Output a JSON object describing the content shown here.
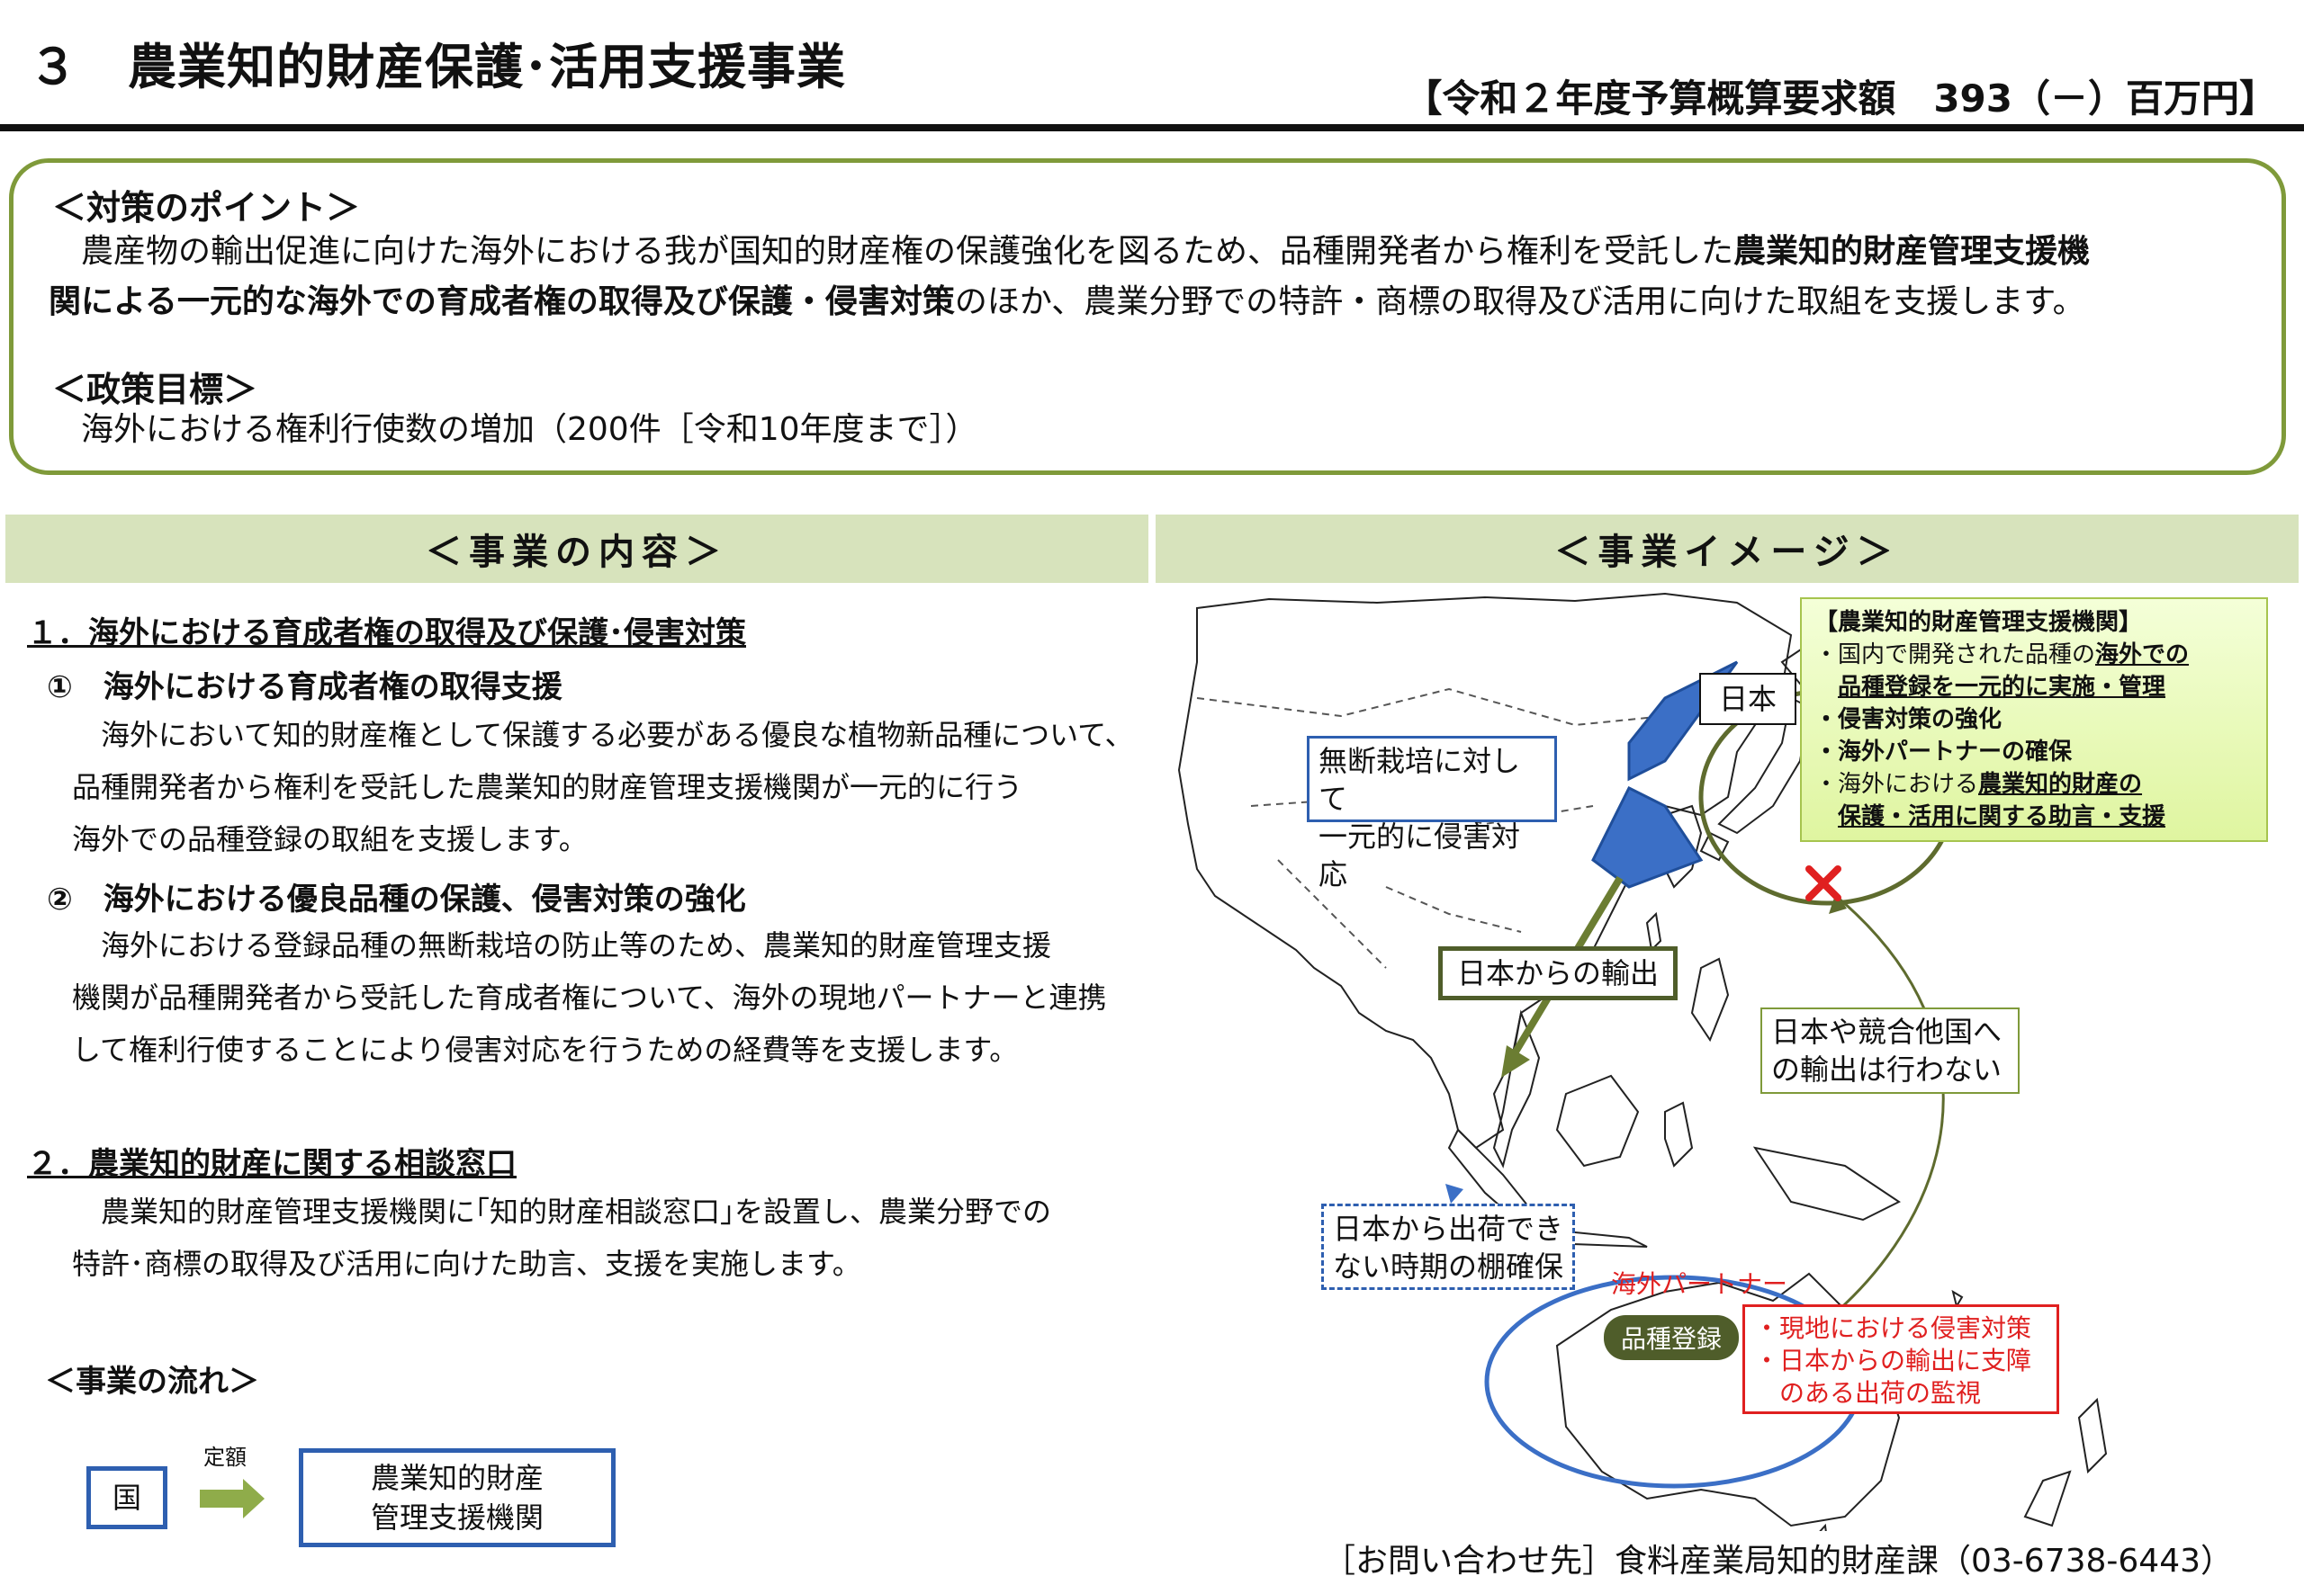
{
  "header": {
    "title": "３　農業知的財産保護･活用支援事業",
    "budget": "【令和２年度予算概算要求額　393（－）百万円】"
  },
  "points": {
    "heading": "＜対策のポイント＞",
    "line1_plain": "　農産物の輸出促進に向けた海外における我が国知的財産権の保護強化を図るため、品種開発者から権利を受託した",
    "line1_bold": "農業知的財産管理支援機",
    "line2_bold": "関による一元的な海外での育成者権の取得及び保護・侵害対策",
    "line2_plain": "のほか、農業分野での特許・商標の取得及び活用に向けた取組を支援します。",
    "goal_heading": "＜政策目標＞",
    "goal_text": "　海外における権利行使数の増加（200件［令和10年度まで］）"
  },
  "sections": {
    "content_title": "＜事業の内容＞",
    "image_title": "＜事業イメージ＞"
  },
  "content": {
    "h1": "１．海外における育成者権の取得及び保護･侵害対策",
    "s1_title": "①　海外における育成者権の取得支援",
    "s1_l1": "　海外において知的財産権として保護する必要がある優良な植物新品種について、",
    "s1_l2": "品種開発者から権利を受託した農業知的財産管理支援機関が一元的に行う",
    "s1_l3": "海外での品種登録の取組を支援します。",
    "s2_title": "②　海外における優良品種の保護、侵害対策の強化",
    "s2_l1": "　海外における登録品種の無断栽培の防止等のため、農業知的財産管理支援",
    "s2_l2": "機関が品種開発者から受託した育成者権について、海外の現地パートナーと連携",
    "s2_l3": "して権利行使することにより侵害対応を行うための経費等を支援します。",
    "h2": "２．農業知的財産に関する相談窓口",
    "s3_l1": "　農業知的財産管理支援機関に｢知的財産相談窓口｣を設置し、農業分野での",
    "s3_l2": "特許･商標の取得及び活用に向けた助言、支援を実施します。",
    "flow_title": "＜事業の流れ＞",
    "flow_from": "国",
    "flow_label": "定額",
    "flow_to_l1": "農業知的財産",
    "flow_to_l2": "管理支援機関"
  },
  "map": {
    "japan": "日本",
    "agency_title": "【農業知的財産管理支援機関】",
    "agency_l1_plain": "・国内で開発された品種の",
    "agency_l1_bold": "海外での",
    "agency_l2_bold": "品種登録を一元的に実施・管理",
    "agency_l3_bold": "・侵害対策の強化",
    "agency_l4_bold": "・海外パートナーの確保",
    "agency_l5_plain": "・海外における",
    "agency_l5_bold": "農業知的財産の",
    "agency_l6_bold": "保護・活用に関する助言・支援",
    "unauth_l1": "無断栽培に対して",
    "unauth_l2": "一元的に侵害対応",
    "export": "日本からの輸出",
    "noexport_l1": "日本や競合他国へ",
    "noexport_l2": "の輸出は行わない",
    "shelf_l1": "日本から出荷でき",
    "shelf_l2": "ない時期の棚確保",
    "partner": "海外パートナー",
    "registration": "品種登録",
    "local_l1": "・現地における侵害対策",
    "local_l2": "・日本からの輸出に支障",
    "local_l3": "　のある出荷の監視"
  },
  "footer": {
    "contact": "［お問い合わせ先］食料産業局知的財産課（03-6738-6443）"
  },
  "colors": {
    "olive": "#7f9a3a",
    "bar_green": "#d7e3bc",
    "blue": "#2e5fb0",
    "red": "#e02020",
    "dark_olive": "#4f5d2a"
  }
}
